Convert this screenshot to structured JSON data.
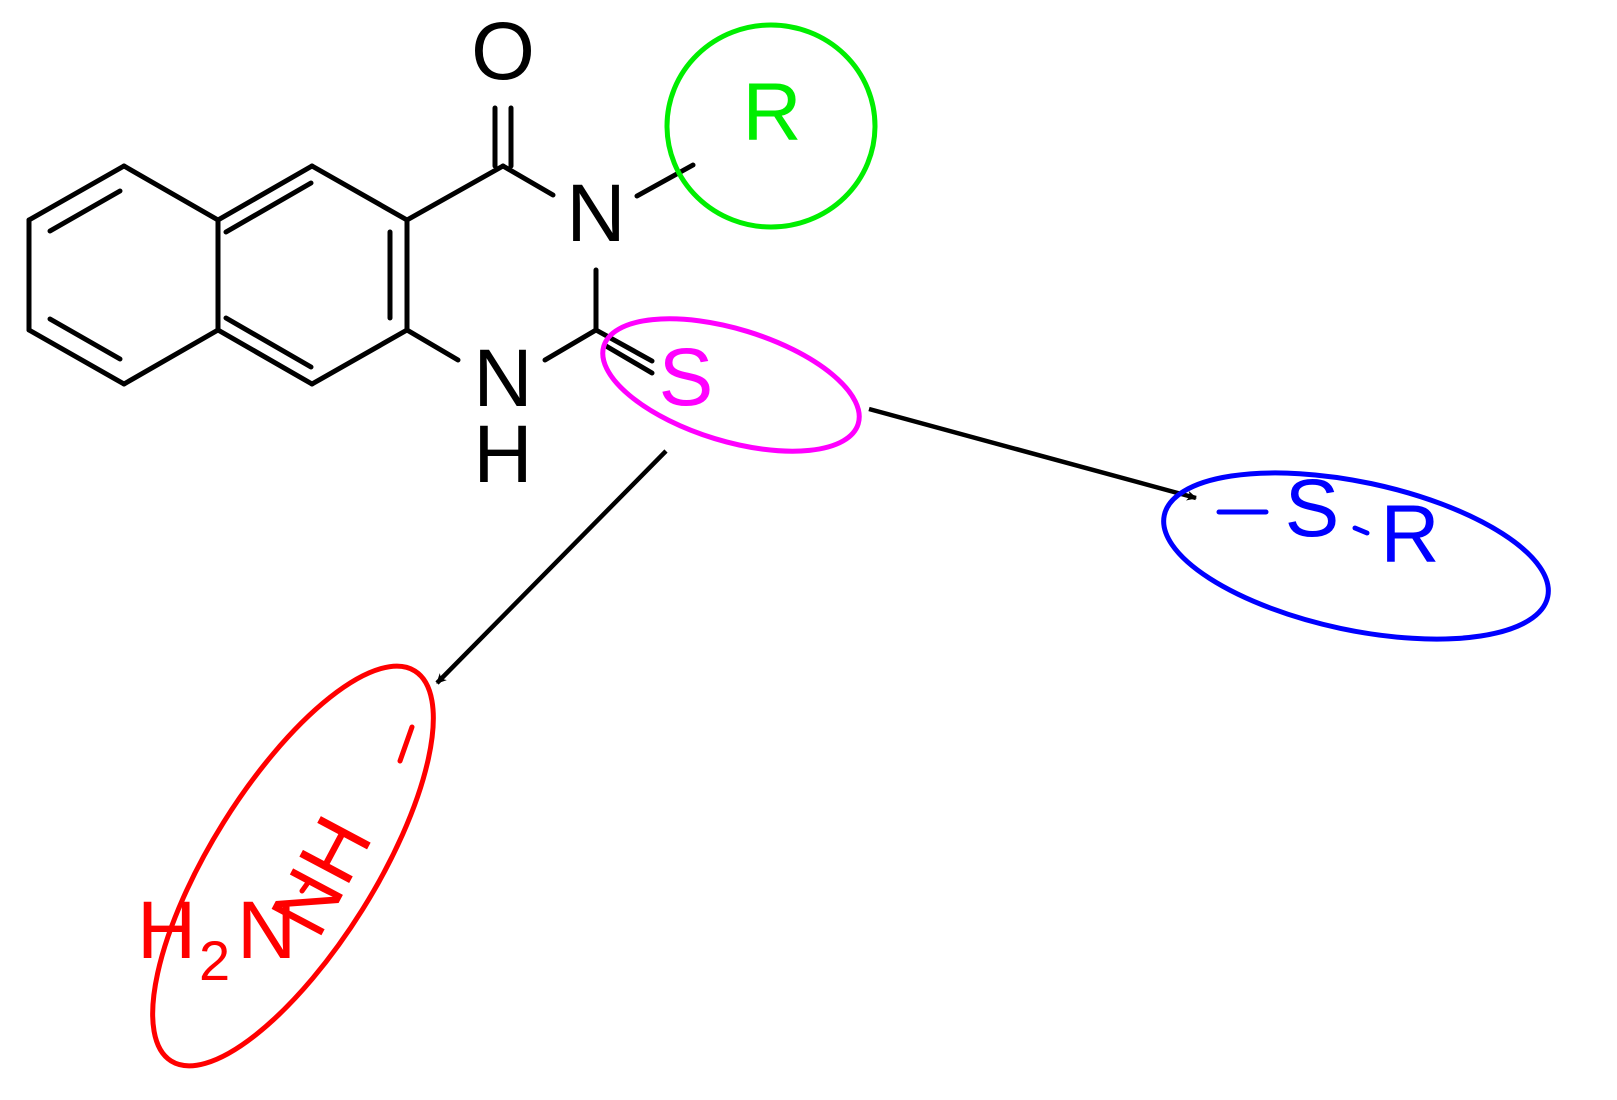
{
  "colors": {
    "core": "#000000",
    "r_group": "#00ee00",
    "thione": "#ff00ff",
    "thioether": "#0000ff",
    "hydrazine": "#ff0000"
  },
  "atoms": {
    "oxygen": "O",
    "n3": "N",
    "n1": "N",
    "n1_h": "H"
  },
  "r_group": {
    "label": "R"
  },
  "thione": {
    "label": "S"
  },
  "thioether": {
    "sulfur": "S",
    "r": "R"
  },
  "hydrazine": {
    "h": "H",
    "subscript": "2",
    "n": "N",
    "nh": "NH"
  }
}
